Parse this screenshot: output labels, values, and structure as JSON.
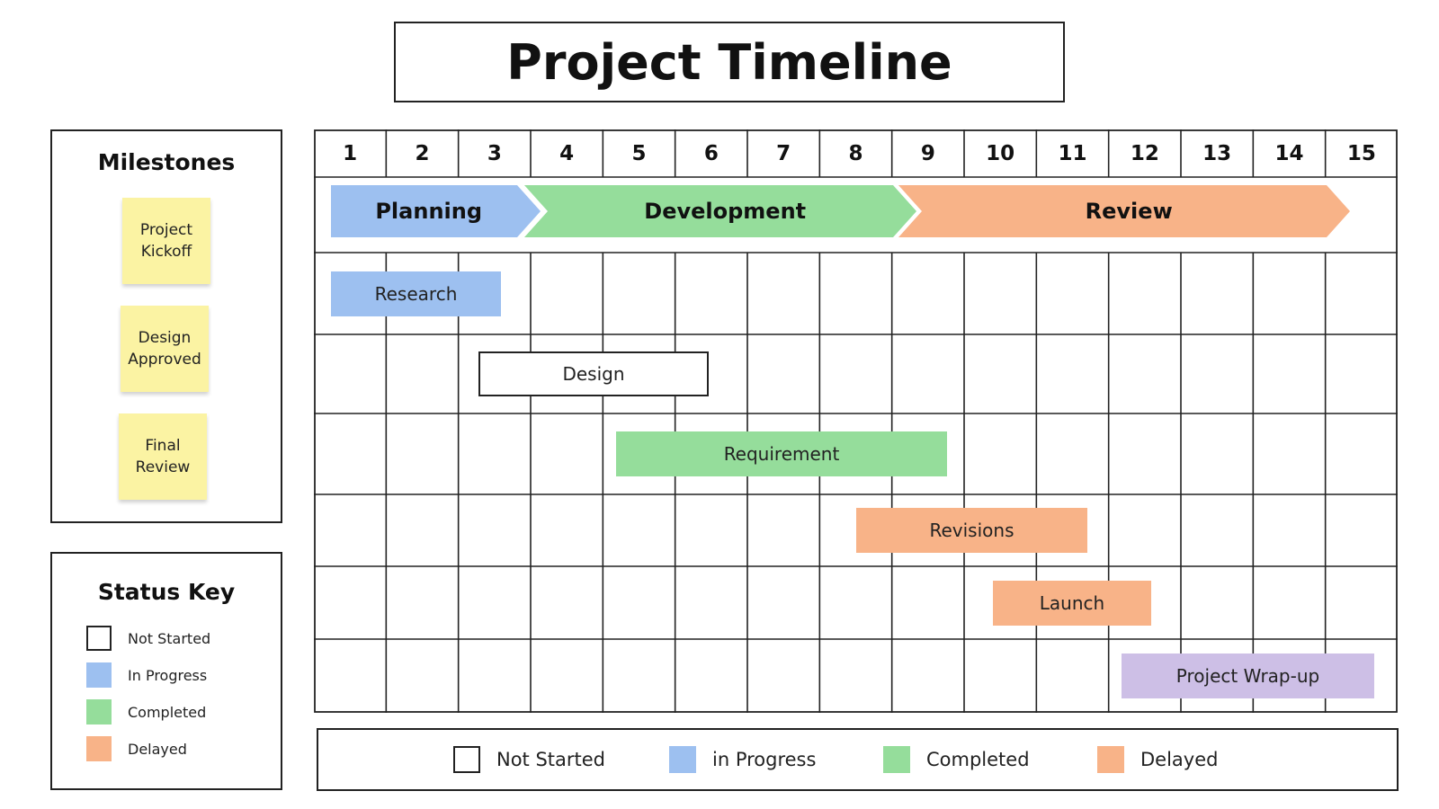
{
  "title": "Project Timeline",
  "colors": {
    "not_started": "#ffffff",
    "in_progress": "#9dc0f0",
    "completed": "#95dd9b",
    "delayed": "#f8b388",
    "wrap_up": "#cdbfe6",
    "sticky_note": "#fbf3a3",
    "border": "#222222"
  },
  "milestones": {
    "heading": "Milestones",
    "items": [
      {
        "label": "Project\nKickoff"
      },
      {
        "label": "Design\nApproved"
      },
      {
        "label": "Final\nReview"
      }
    ]
  },
  "status_key": {
    "heading": "Status Key",
    "items": [
      {
        "label": "Not Started",
        "status": "not_started"
      },
      {
        "label": "In Progress",
        "status": "in_progress"
      },
      {
        "label": "Completed",
        "status": "completed"
      },
      {
        "label": "Delayed",
        "status": "delayed"
      }
    ]
  },
  "timeline": {
    "columns": [
      "1",
      "2",
      "3",
      "4",
      "5",
      "6",
      "7",
      "8",
      "9",
      "10",
      "11",
      "12",
      "13",
      "14",
      "15"
    ],
    "phases": [
      {
        "label": "Planning",
        "start": 1,
        "end": 3,
        "status": "in_progress"
      },
      {
        "label": "Development",
        "start": 3,
        "end": 8,
        "status": "completed"
      },
      {
        "label": "Review",
        "start": 9,
        "end": 15,
        "status": "delayed"
      }
    ],
    "tasks": [
      {
        "label": "Research",
        "start": 1,
        "end": 3,
        "row": 1,
        "status": "in_progress"
      },
      {
        "label": "Design",
        "start": 3,
        "end": 6,
        "row": 2,
        "status": "not_started"
      },
      {
        "label": "Requirement",
        "start": 5,
        "end": 9,
        "row": 3,
        "status": "completed"
      },
      {
        "label": "Revisions",
        "start": 8,
        "end": 11,
        "row": 4,
        "status": "delayed"
      },
      {
        "label": "Launch",
        "start": 10,
        "end": 12,
        "row": 5,
        "status": "delayed"
      },
      {
        "label": "Project Wrap-up",
        "start": 12,
        "end": 15,
        "row": 6,
        "status": "wrap_up"
      }
    ]
  },
  "bottom_legend": {
    "items": [
      {
        "label": "Not Started",
        "status": "not_started"
      },
      {
        "label": "in Progress",
        "status": "in_progress"
      },
      {
        "label": "Completed",
        "status": "completed"
      },
      {
        "label": "Delayed",
        "status": "delayed"
      }
    ]
  }
}
